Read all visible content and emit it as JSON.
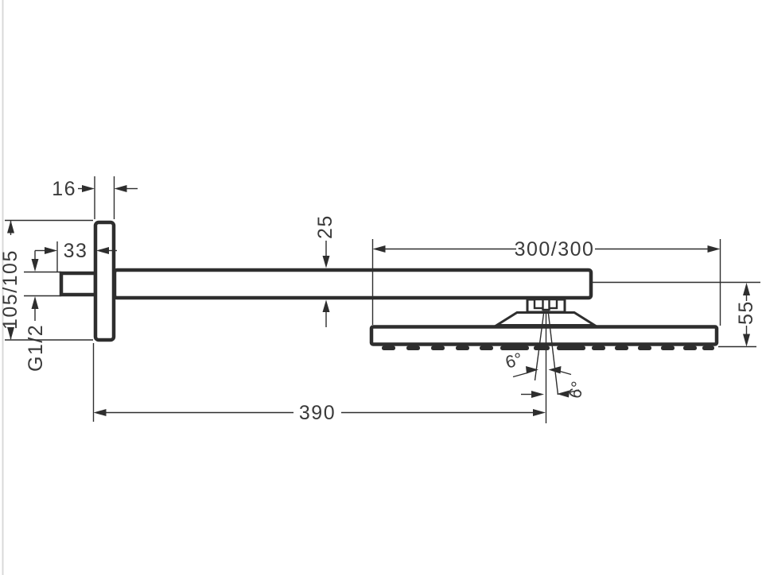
{
  "drawing": {
    "colors": {
      "line": "#2e2e2e",
      "text": "#3a3a3a",
      "background": "#ffffff",
      "page_edge": "#d8d8d8"
    },
    "dimensions": {
      "escutcheon_depth": "16",
      "wall_offset": "33",
      "arm_profile_height": "25",
      "escutcheon_plate": "105/105",
      "thread_size": "G1/2",
      "shower_head_size": "300/300",
      "arm_length": "390",
      "head_drop": "55",
      "spray_angle_left": "6°",
      "spray_angle_right": "6°"
    }
  }
}
